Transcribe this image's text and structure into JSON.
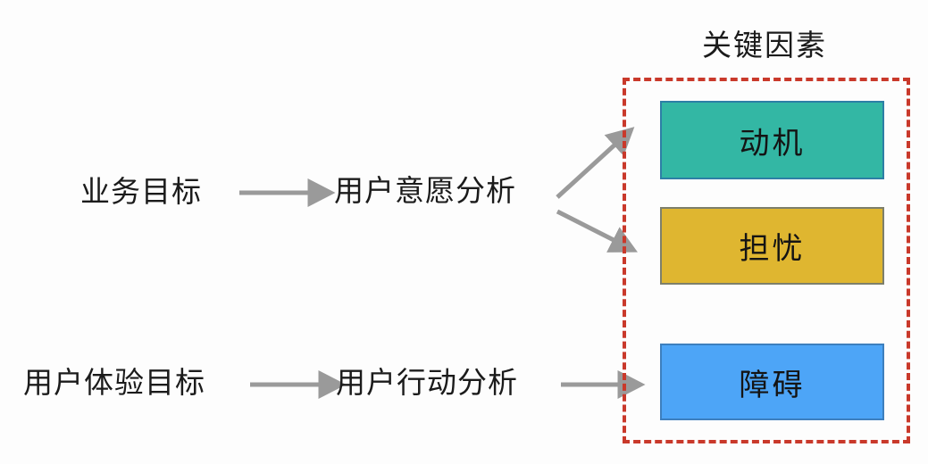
{
  "diagram": {
    "group_title": "关键因素",
    "accent_colors": {
      "dashed_border": "#c9392b",
      "motivation_fill": "#33b7a4",
      "worry_fill": "#dfb630",
      "obstacle_fill": "#4da5f7",
      "arrow": "#9a9a9a",
      "text": "#1b1b1b"
    },
    "nodes": {
      "business_goal": "业务目标",
      "intent_analysis": "用户意愿分析",
      "ux_goal": "用户体验目标",
      "action_analysis": "用户行动分析"
    },
    "factors": [
      {
        "label": "动机"
      },
      {
        "label": "担忧"
      },
      {
        "label": "障碍"
      }
    ]
  }
}
